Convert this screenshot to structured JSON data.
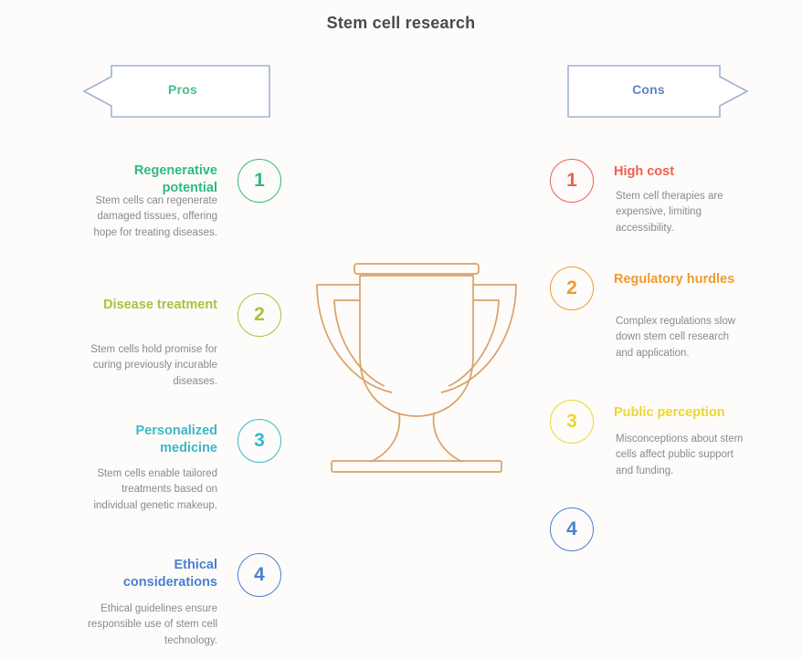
{
  "page": {
    "title": "Stem cell research",
    "background_color": "#fdfcfa",
    "body_text_color": "#8a8a8a"
  },
  "banners": {
    "pros": {
      "label": "Pros",
      "direction": "left",
      "label_color": "#49bd86",
      "outline_color": "#9fb4d0"
    },
    "cons": {
      "label": "Cons",
      "direction": "right",
      "label_color": "#5b86c4",
      "outline_color": "#9fb4d0"
    }
  },
  "pros": {
    "items": [
      {
        "number": "1",
        "title": "Regenerative potential",
        "description": "Stem cells can regenerate damaged tissues, offering hope for treating diseases.",
        "color": "#2fba80"
      },
      {
        "number": "2",
        "title": "Disease treatment",
        "description": "Stem cells hold promise for curing previously incurable diseases.",
        "color": "#a9c23f"
      },
      {
        "number": "3",
        "title": "Personalized medicine",
        "description": "Stem cells enable tailored treatments based on individual genetic makeup.",
        "color": "#3cb6c8"
      },
      {
        "number": "4",
        "title": "Ethical considerations",
        "description": "Ethical guidelines ensure responsible use of stem cell technology.",
        "color": "#4a7fd0"
      }
    ]
  },
  "cons": {
    "items": [
      {
        "number": "1",
        "title": "High cost",
        "description": "Stem cell therapies are expensive, limiting accessibility.",
        "color": "#ef5e52"
      },
      {
        "number": "2",
        "title": "Regulatory hurdles",
        "description": "Complex regulations slow down stem cell research and application.",
        "color": "#ef9a33"
      },
      {
        "number": "3",
        "title": "Public perception",
        "description": "Misconceptions about stem cells affect public support and funding.",
        "color": "#ecd72e"
      },
      {
        "number": "4",
        "title": "",
        "description": "",
        "color": "#4a7fd0"
      }
    ]
  },
  "illustration": {
    "name": "trophy",
    "outline_color": "#d9a066"
  }
}
